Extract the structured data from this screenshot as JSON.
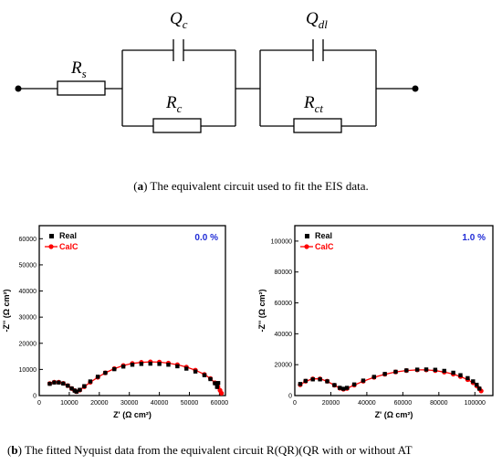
{
  "circuit": {
    "labels": {
      "rs": {
        "base": "R",
        "sub": "s"
      },
      "qc": {
        "base": "Q",
        "sub": "c"
      },
      "rc": {
        "base": "R",
        "sub": "c"
      },
      "qdl": {
        "base": "Q",
        "sub": "dl"
      },
      "rct": {
        "base": "R",
        "sub": "ct"
      }
    }
  },
  "captions": {
    "a": {
      "tag": "a",
      "text": ") The equivalent circuit used to fit the EIS data."
    },
    "b": {
      "tag": "b",
      "text": ") The fitted Nyquist data from the equivalent circuit R(QR)(QR with or without AT"
    }
  },
  "chart_data": [
    {
      "type": "scatter",
      "annotation": "0.0 %",
      "xlabel": "Z' (Ω cm²)",
      "ylabel": "-Z'' (Ω cm²)",
      "xlim": [
        0,
        62000
      ],
      "ylim": [
        0,
        65000
      ],
      "xticks": [
        0,
        10000,
        20000,
        30000,
        40000,
        50000,
        60000
      ],
      "yticks": [
        0,
        10000,
        20000,
        30000,
        40000,
        50000,
        60000
      ],
      "xticklabels": [
        "0",
        "10000",
        "20000",
        "30000",
        "40000",
        "50000",
        "60000"
      ],
      "yticklabels": [
        "0",
        "10000",
        "20000",
        "30000",
        "40000",
        "50000",
        "60000"
      ],
      "legend": "top-left",
      "series": [
        {
          "name": "Real",
          "color": "#000000",
          "x": [
            3500,
            5000,
            6500,
            8000,
            9500,
            10800,
            11800,
            12400,
            13500,
            15000,
            17000,
            19500,
            22000,
            25000,
            28000,
            31000,
            34000,
            37000,
            40000,
            43000,
            46000,
            49000,
            52000,
            55000,
            57000,
            58500,
            59200,
            59600
          ],
          "y": [
            4500,
            5000,
            5000,
            4600,
            3800,
            2700,
            1900,
            1500,
            2200,
            3600,
            5400,
            7200,
            8700,
            10100,
            11100,
            11800,
            12100,
            12200,
            12100,
            11800,
            11200,
            10300,
            9200,
            7800,
            6300,
            4700,
            3300,
            4800
          ]
        },
        {
          "name": "CalC",
          "color": "#ff0000",
          "x": [
            3500,
            5000,
            6500,
            8000,
            9500,
            10800,
            11800,
            12400,
            13500,
            15000,
            17000,
            19500,
            22000,
            25000,
            28000,
            31000,
            34000,
            37000,
            40000,
            43000,
            46000,
            49000,
            52000,
            55000,
            57000,
            58500,
            59500,
            60200,
            60700
          ],
          "y": [
            4600,
            5100,
            5100,
            4700,
            3800,
            2700,
            1900,
            1500,
            2100,
            3400,
            5100,
            7000,
            8700,
            10300,
            11500,
            12300,
            12700,
            12900,
            12800,
            12400,
            11800,
            10900,
            9700,
            8100,
            6500,
            4900,
            3300,
            2000,
            900
          ]
        }
      ]
    },
    {
      "type": "scatter",
      "annotation": "1.0 %",
      "xlabel": "Z' (Ω cm²)",
      "ylabel": "-Z'' (Ω cm²)",
      "xlim": [
        0,
        110000
      ],
      "ylim": [
        0,
        110000
      ],
      "xticks": [
        0,
        20000,
        40000,
        60000,
        80000,
        100000
      ],
      "yticks": [
        0,
        20000,
        40000,
        60000,
        80000,
        100000
      ],
      "xticklabels": [
        "0",
        "20000",
        "40000",
        "60000",
        "80000",
        "100000"
      ],
      "yticklabels": [
        "0",
        "20000",
        "40000",
        "60000",
        "80000",
        "100000"
      ],
      "legend": "top-left",
      "series": [
        {
          "name": "Real",
          "color": "#000000",
          "x": [
            3000,
            6000,
            10000,
            14000,
            18000,
            22000,
            25000,
            27000,
            29000,
            33000,
            38000,
            44000,
            50000,
            56000,
            62000,
            68000,
            73000,
            78000,
            83000,
            88000,
            92000,
            96000,
            99000,
            101000,
            102500
          ],
          "y": [
            7500,
            9500,
            10500,
            10500,
            9200,
            6800,
            5000,
            4400,
            5000,
            7200,
            9700,
            12100,
            14000,
            15400,
            16300,
            16800,
            16900,
            16700,
            16000,
            14800,
            13200,
            11300,
            9200,
            7000,
            4500
          ]
        },
        {
          "name": "CalC",
          "color": "#ff0000",
          "x": [
            3000,
            6000,
            10000,
            14000,
            18000,
            22000,
            25000,
            27000,
            29000,
            33000,
            38000,
            44000,
            50000,
            56000,
            62000,
            68000,
            73000,
            78000,
            83000,
            88000,
            92000,
            96000,
            99000,
            101000,
            102500,
            103500
          ],
          "y": [
            7000,
            9300,
            10800,
            10800,
            9300,
            6700,
            4800,
            4100,
            4600,
            6800,
            9300,
            11800,
            13800,
            15300,
            16200,
            16600,
            16600,
            16200,
            15200,
            13900,
            12300,
            10300,
            8300,
            6300,
            4500,
            3000
          ]
        }
      ]
    }
  ]
}
